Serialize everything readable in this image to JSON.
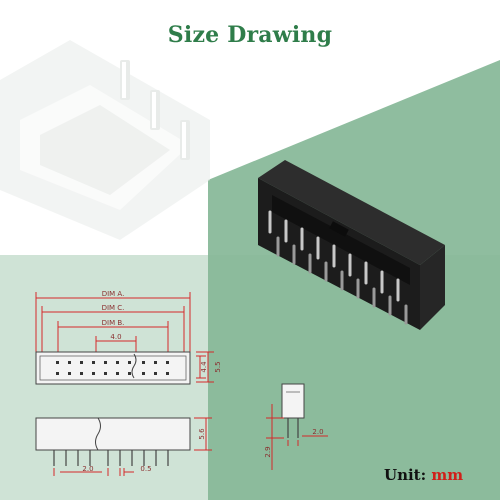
{
  "title": "Size Drawing",
  "unit": {
    "label": "Unit:",
    "value": "mm"
  },
  "colors": {
    "title": "#2f7d4a",
    "dimension_line": "#d42a2a",
    "unit_value": "#d0201a",
    "panel_green": "#8fbea0",
    "panel_mint": "#cde3d4"
  },
  "top_view": {
    "dim_a": "DIM A.",
    "dim_c": "DIM C.",
    "dim_b": "DIM B.",
    "pitch": "4.0",
    "height_inner": "4.4",
    "height_outer": "5.5"
  },
  "side_view": {
    "height": "5.6",
    "pitch": "2.0",
    "pin_width": "0.5"
  },
  "end_view": {
    "pin_length": "2.9",
    "pitch": "2.0"
  },
  "photo": {
    "description_icon": "box-header-connector"
  }
}
